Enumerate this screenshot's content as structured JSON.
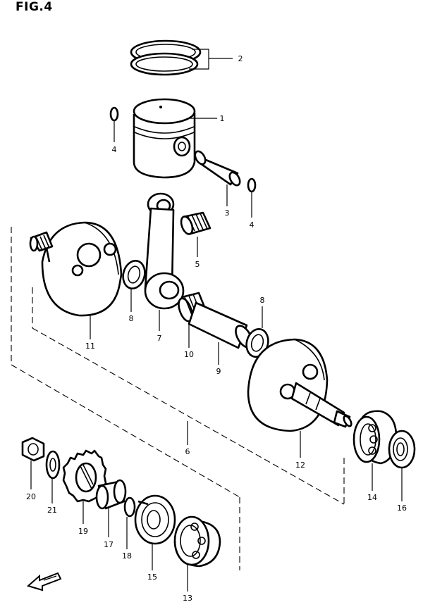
{
  "figure": {
    "title": "FIG.4"
  },
  "callouts": [
    "1",
    "2",
    "3",
    "4",
    "4",
    "5",
    "6",
    "7",
    "8",
    "8",
    "9",
    "10",
    "11",
    "12",
    "13",
    "14",
    "15",
    "16",
    "17",
    "18",
    "19",
    "20",
    "21"
  ],
  "icons": {
    "direction_arrow": "direction-arrow-icon"
  }
}
